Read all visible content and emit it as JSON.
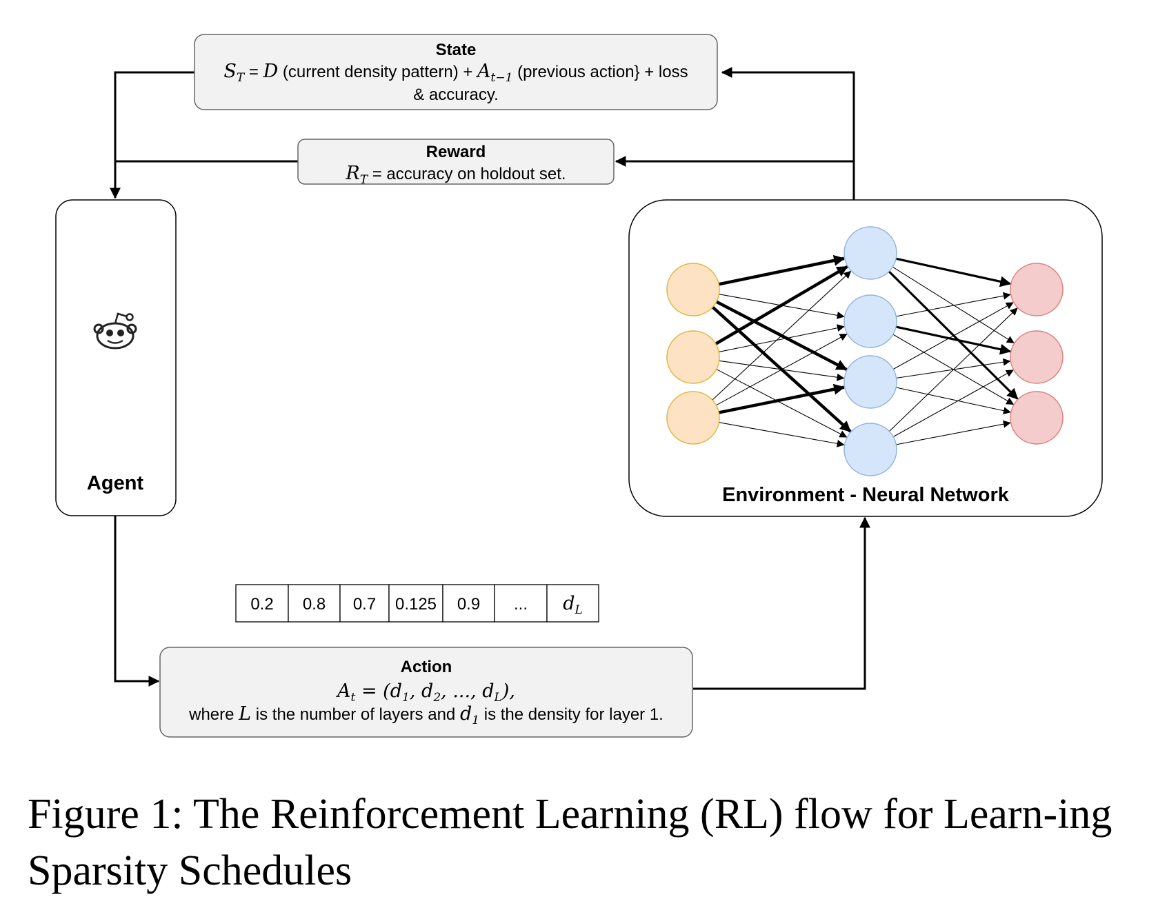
{
  "state_box": {
    "title": "State",
    "line1_sym": "S",
    "line1_sym_sub": "T",
    "line1_eq": " = ",
    "line1_D": "D",
    "line1_mid": " (current density pattern) + ",
    "line1_A": "A",
    "line1_A_sub": "t−1",
    "line1_end": " (previous action} + loss",
    "line2": "& accuracy."
  },
  "reward_box": {
    "title": "Reward",
    "sym": "R",
    "sym_sub": "T",
    "text": " = accuracy on holdout set."
  },
  "agent_box": {
    "label": "Agent",
    "icon": "reddit-robot-icon"
  },
  "environment_box": {
    "label": "Environment - Neural Network",
    "colors": {
      "input": "#fde3c3",
      "input_stroke": "#e3b33c",
      "hidden": "#d6e6fa",
      "hidden_stroke": "#8fb3e0",
      "output": "#f5cccc",
      "output_stroke": "#d98080"
    }
  },
  "density_cells": [
    "0.2",
    "0.8",
    "0.7",
    "0.125",
    "0.9",
    "...",
    "d"
  ],
  "density_last_sub": "L",
  "action_box": {
    "title": "Action",
    "eq_A": "A",
    "eq_A_sub": "t",
    "eq_rest_a": " = (",
    "eq_d": "d",
    "eq_s1": "1",
    "eq_s2": "2",
    "eq_sL": "L",
    "eq_comma": ", ",
    "eq_dots": "...",
    "eq_close": "),",
    "line3_a": "where ",
    "line3_L": "L",
    "line3_b": " is the number of layers and ",
    "line3_d": "d",
    "line3_d_sub": "1",
    "line3_c": " is the density for layer 1."
  },
  "caption": "Figure 1: The Reinforcement Learning (RL) flow for Learn-ing Sparsity Schedules"
}
